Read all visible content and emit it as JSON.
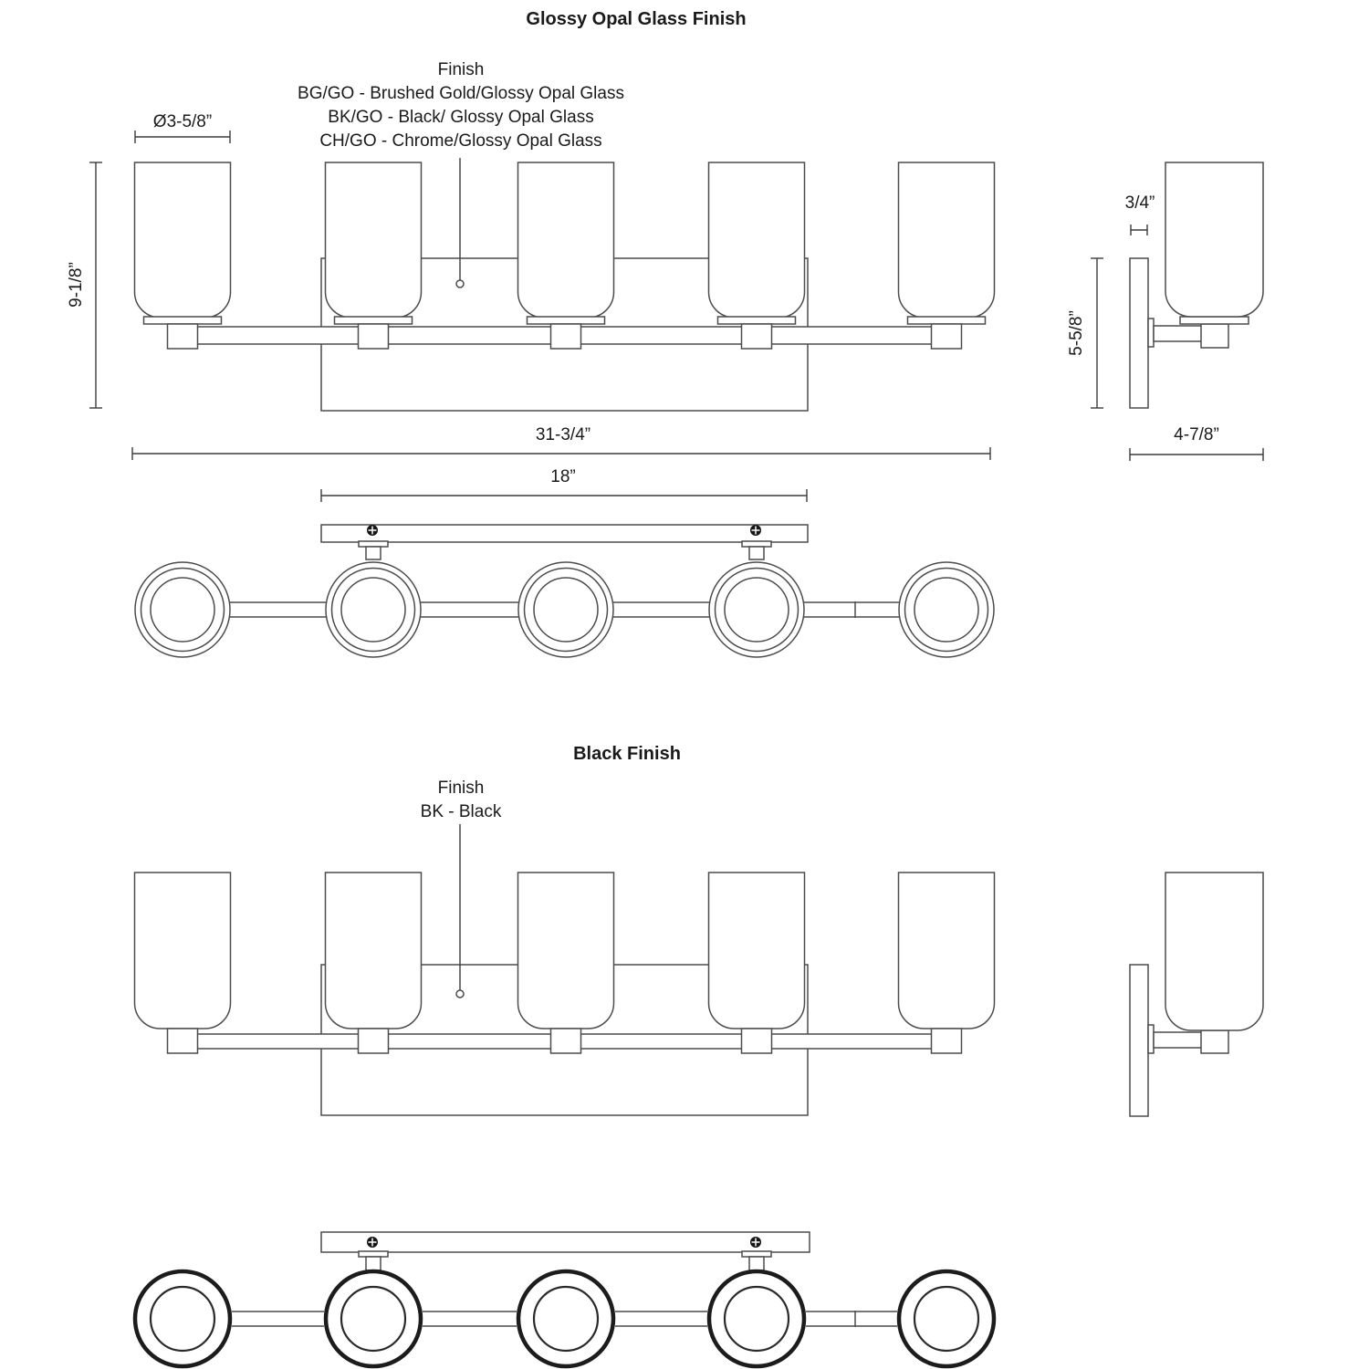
{
  "colors": {
    "background": "#ffffff",
    "line": "#4c4c4c",
    "dimension_line": "#3c3c3c",
    "text": "#1a1a1a"
  },
  "sections": [
    {
      "title": "Glossy Opal Glass Finish",
      "finish_note": {
        "heading": "Finish",
        "options": [
          "BG/GO - Brushed Gold/Glossy Opal Glass",
          "BK/GO - Black/ Glossy Opal Glass",
          "CH/GO - Chrome/Glossy Opal Glass"
        ]
      },
      "dimensions": {
        "shade_diameter": "Ø3-5/8”",
        "overall_height": "9-1/8”",
        "overall_width": "31-3/4”",
        "backplate_width": "18”",
        "backplate_depth": "3/4”",
        "backplate_height": "5-5/8”",
        "wall_extension": "4-7/8”"
      }
    },
    {
      "title": "Black Finish",
      "finish_note": {
        "heading": "Finish",
        "options": [
          "BK - Black"
        ]
      }
    }
  ]
}
